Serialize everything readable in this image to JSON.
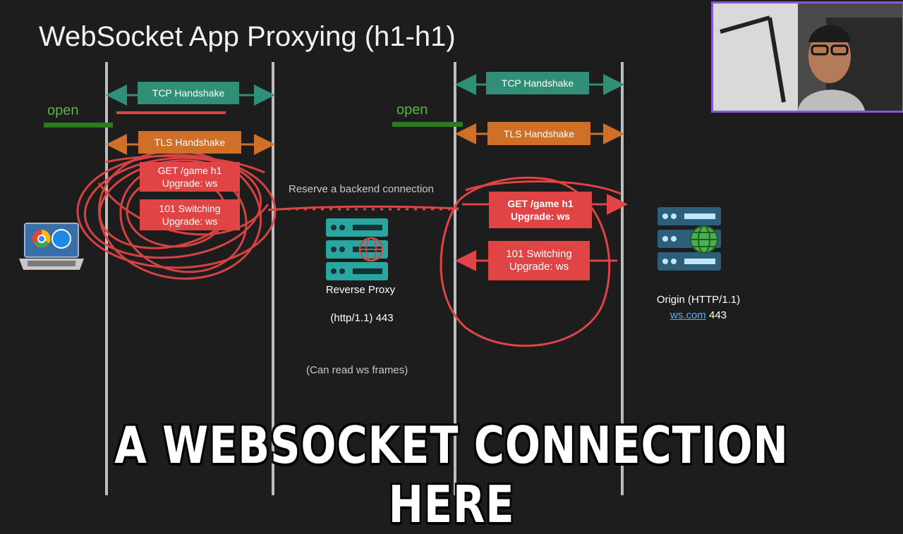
{
  "title": "WebSocket App Proxying (h1-h1)",
  "left_section": {
    "open_label": "open",
    "tcp_handshake": "TCP Handshake",
    "tls_handshake": "TLS Handshake",
    "get_request": "GET /game h1",
    "get_upgrade": "Upgrade: ws",
    "switching": "101 Switching",
    "switching_upgrade": "Upgrade: ws"
  },
  "proxy": {
    "reserve_label": "Reserve a backend connection",
    "name": "Reverse Proxy",
    "protocol": "(http/1.1) 443",
    "note": "(Can read ws frames)"
  },
  "right_section": {
    "open_label": "open",
    "tcp_handshake": "TCP Handshake",
    "tls_handshake": "TLS Handshake",
    "get_request": "GET /game h1",
    "get_upgrade": "Upgrade: ws",
    "switching": "101 Switching",
    "switching_upgrade": "Upgrade: ws"
  },
  "origin": {
    "name": "Origin (HTTP/1.1)",
    "host": "ws.com",
    "port": "443"
  },
  "caption": "A WEBSOCKET CONNECTION HERE",
  "colors": {
    "background": "#1d1d1d",
    "tcp": "#2f8f77",
    "tls": "#d06f28",
    "request": "#e04444",
    "open": "#2e7a1f",
    "webcam_border": "#8c54d6"
  },
  "icons": [
    "laptop-browser-icon",
    "server-stack-icon",
    "globe-icon"
  ]
}
